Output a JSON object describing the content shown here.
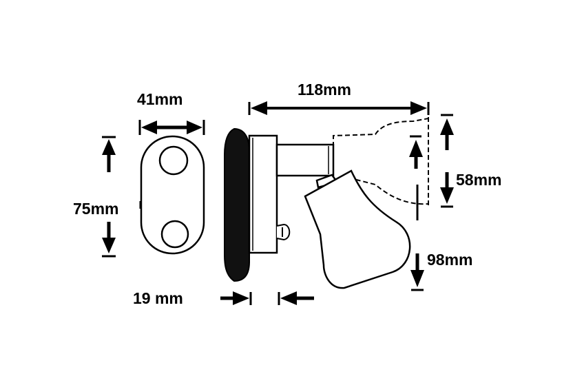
{
  "dimensions": {
    "plate_width": "41mm",
    "plate_height": "75mm",
    "base_depth": "19 mm",
    "total_length": "118mm",
    "head_height": "58mm",
    "head_drop": "98mm"
  },
  "colors": {
    "ink": "#000000",
    "background": "#ffffff"
  }
}
